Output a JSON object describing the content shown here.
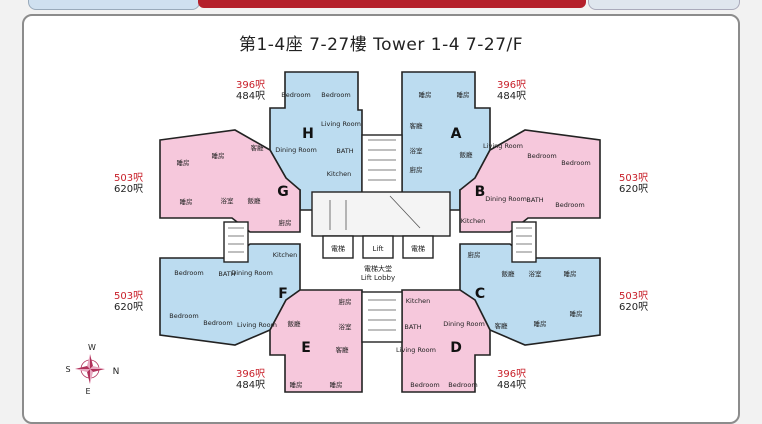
{
  "header": {
    "title": "第1-4座  7-27樓   Tower 1-4  7-27/F"
  },
  "colors": {
    "blue_unit": "#bcdcf0",
    "pink_unit": "#f6c8dc",
    "wall": "#222222",
    "red_text": "#c8202a",
    "compass": "#b0305a"
  },
  "units": {
    "A": {
      "letter": "A",
      "saleable": "396呎",
      "gross": "484呎",
      "rooms": [
        "睡房",
        "睡房",
        "客廳",
        "飯廳",
        "浴室",
        "廚房"
      ]
    },
    "B": {
      "letter": "B",
      "saleable": "503呎",
      "gross": "620呎",
      "rooms": [
        "Living Room",
        "Bedroom",
        "Bedroom",
        "Dining Room",
        "BATH",
        "Bedroom",
        "Kitchen"
      ]
    },
    "C": {
      "letter": "C",
      "saleable": "503呎",
      "gross": "620呎",
      "rooms": [
        "睡房",
        "睡房",
        "睡房",
        "飯廳",
        "客廳",
        "浴室",
        "廚房"
      ]
    },
    "D": {
      "letter": "D",
      "saleable": "396呎",
      "gross": "484呎",
      "rooms": [
        "Kitchen",
        "BATH",
        "Dining Room",
        "Living Room",
        "Bedroom",
        "Bedroom"
      ]
    },
    "E": {
      "letter": "E",
      "saleable": "396呎",
      "gross": "484呎",
      "rooms": [
        "廚房",
        "浴室",
        "飯廳",
        "客廳",
        "睡房",
        "睡房"
      ]
    },
    "F": {
      "letter": "F",
      "saleable": "503呎",
      "gross": "620呎",
      "rooms": [
        "Bedroom",
        "BATH",
        "Dining Room",
        "Kitchen",
        "Bedroom",
        "Bedroom",
        "Living Room"
      ]
    },
    "G": {
      "letter": "G",
      "saleable": "503呎",
      "gross": "620呎",
      "rooms": [
        "客廳",
        "睡房",
        "睡房",
        "浴室",
        "飯廳",
        "睡房",
        "廚房"
      ]
    },
    "H": {
      "letter": "H",
      "saleable": "396呎",
      "gross": "484呎",
      "rooms": [
        "Bedroom",
        "Bedroom",
        "Living Room",
        "Dining Room",
        "BATH",
        "Kitchen"
      ]
    }
  },
  "core": {
    "lift1": "電梯",
    "lift2": "Lift",
    "lift3": "電梯",
    "lobby_cn": "電梯大堂",
    "lobby_en": "Lift Lobby"
  },
  "compass": {
    "n": "N",
    "s": "S",
    "e": "E",
    "w": "W"
  }
}
